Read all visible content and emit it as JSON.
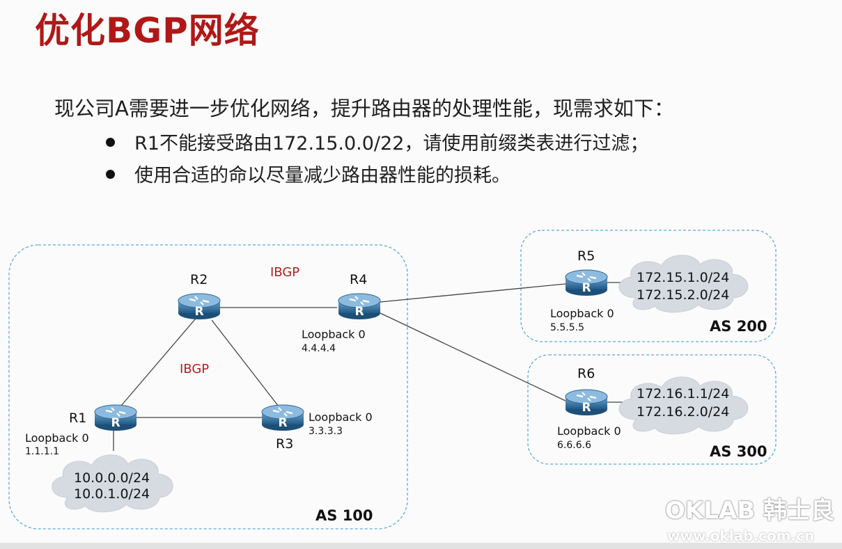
{
  "slide": {
    "title": "优化BGP网络",
    "intro": "现公司A需要进一步优化网络，提升路由器的处理性能，现需求如下：",
    "bullets": [
      "R1不能接受路由172.15.0.0/22，请使用前缀类表进行过滤；",
      "使用合适的命以尽量减少路由器性能的损耗。"
    ]
  },
  "diagram": {
    "routers": [
      {
        "name": "R1",
        "loopback_label": "Loopback 0",
        "loopback_ip": "1.1.1.1",
        "icon": "router-icon"
      },
      {
        "name": "R2",
        "loopback_label": "",
        "loopback_ip": "",
        "icon": "router-icon"
      },
      {
        "name": "R3",
        "loopback_label": "Loopback 0",
        "loopback_ip": "3.3.3.3",
        "icon": "router-icon"
      },
      {
        "name": "R4",
        "loopback_label": "Loopback 0",
        "loopback_ip": "4.4.4.4",
        "icon": "router-icon"
      },
      {
        "name": "R5",
        "loopback_label": "Loopback 0",
        "loopback_ip": "5.5.5.5",
        "icon": "router-icon"
      },
      {
        "name": "R6",
        "loopback_label": "Loopback 0",
        "loopback_ip": "6.6.6.6",
        "icon": "router-icon"
      }
    ],
    "router_glyph": "R",
    "ibgp_labels": [
      "IBGP",
      "IBGP"
    ],
    "as_labels": [
      "AS 100",
      "AS 200",
      "AS 300"
    ],
    "clouds": [
      {
        "lines": [
          "10.0.0.0/24",
          "10.0.1.0/24"
        ]
      },
      {
        "lines": [
          "172.15.1.0/24",
          "172.15.2.0/24"
        ]
      },
      {
        "lines": [
          "172.16.1.1/24",
          "172.16.2.0/24"
        ]
      }
    ],
    "colors": {
      "ibgp": "#b02020",
      "as_border": "#5aa9dd",
      "router": "#2f6f9f",
      "cloud": "#d6dbe2"
    }
  },
  "watermark": {
    "brand": "OKLAB 韩士良",
    "url": "www.oklab.com.cn"
  }
}
